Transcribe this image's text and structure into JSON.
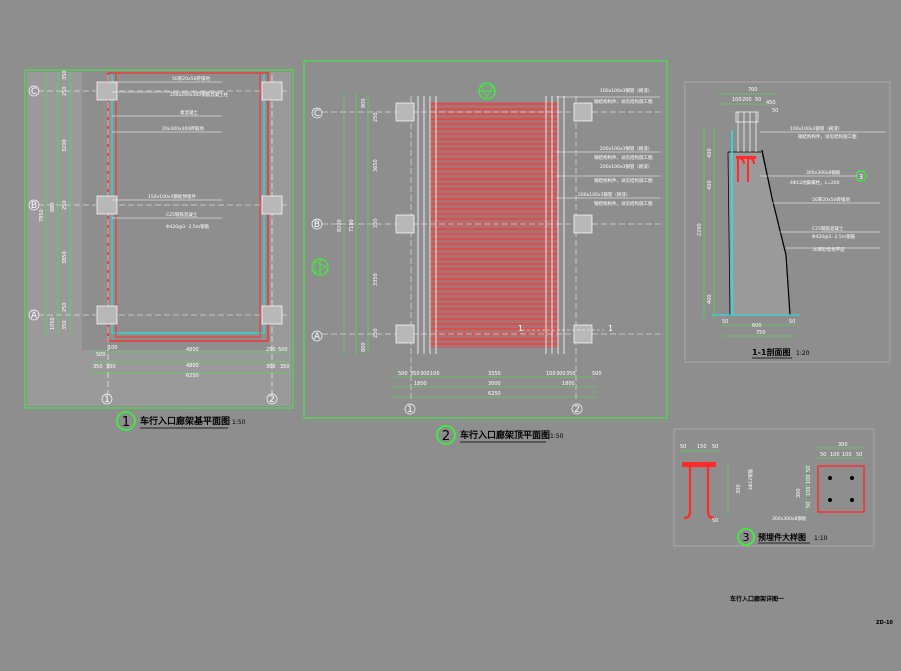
{
  "plan1": {
    "number": "1",
    "title": "车行入口廊架基平面图",
    "scale": "1:50",
    "axes_y": [
      "C",
      "B",
      "A"
    ],
    "axes_x": [
      "1",
      "2"
    ],
    "left_dims": [
      "350",
      "250",
      "3200",
      "250",
      "3850",
      "250",
      "350",
      "1050",
      "880",
      "7850"
    ],
    "notes": [
      "50厚20x50砖铺地",
      "200x200x300钢筋混凝土柱",
      "素混凝土",
      "20x300x300砖铺地",
      "150x100x3钢板预埋件",
      "C25钢筋混凝土",
      "Φ420@1- 2.5m钢筋"
    ],
    "dims_bottom_1": [
      "100",
      "500",
      "4800",
      "250",
      "500"
    ],
    "dims_bottom_2": [
      "350",
      "300",
      "4800",
      "300",
      "350"
    ],
    "dims_bottom_total": "6250"
  },
  "plan2": {
    "number": "2",
    "title": "车行入口廊架顶平面图",
    "scale": "1:50",
    "axes_y": [
      "C",
      "B",
      "A"
    ],
    "axes_x": [
      "1",
      "2"
    ],
    "left_dims": [
      "800",
      "250",
      "3650",
      "250",
      "3350",
      "250",
      "800",
      "8200",
      "7100"
    ],
    "notes": [
      "100x100x3钢管（刷漆）",
      "钢结构构件，详见结构施工图",
      "200x100x3钢管（刷漆）",
      "钢结构构件，详见结构施工图",
      "200x100x3钢管（刷漆）",
      "钢结构构件，详见结构施工图",
      "200x100x3钢管（刷漆）",
      "钢结构构件，详见结构施工图"
    ],
    "dims_bottom_1": [
      "500",
      "350",
      "300",
      "100",
      "3350",
      "100",
      "300",
      "350",
      "500"
    ],
    "dims_bottom_2": [
      "1800",
      "3000",
      "1800"
    ],
    "dims_bottom_total": "6250",
    "section_mark": "1"
  },
  "section1": {
    "title": "1-1剖面图",
    "scale": "1:20",
    "top_dims": [
      "700",
      "100",
      "200",
      "50",
      "450",
      "50"
    ],
    "left_dims": [
      "400",
      "400",
      "2200",
      "400",
      "50"
    ],
    "bottom_dims": [
      "50",
      "600",
      "50",
      "750"
    ],
    "notes": [
      "100x100x3钢管（刷漆）",
      "钢结构构件，详见结构施工图",
      "300x300x8钢板",
      "4Φ12地脚螺栓，L=200",
      "50厚20x50砖铺地",
      "C25钢筋混凝土",
      "Φ420@1- 2.5m钢筋",
      "30厚砂浆找平层"
    ],
    "callout": "3"
  },
  "detail3": {
    "number": "3",
    "title": "预埋件大样图",
    "scale": "1:10",
    "dims_left_top": [
      "50",
      "150",
      "50"
    ],
    "dims_left_side": [
      "300",
      "50"
    ],
    "dims_right_top": [
      "300",
      "50",
      "100",
      "100",
      "50"
    ],
    "dims_right_side": [
      "50",
      "100",
      "100",
      "50",
      "300"
    ],
    "note_left": "4Φ12钢筋",
    "note_right": "300x300x8钢板"
  },
  "sheet": {
    "subtitle": "车行入口廊架详图一",
    "number": "ZD-10"
  },
  "colors": {
    "frame": "#3cf03c",
    "line": "#ffffff",
    "hatch": "#ff2a2a",
    "cyan": "#22e6e6",
    "background": "#8e8e8e"
  }
}
